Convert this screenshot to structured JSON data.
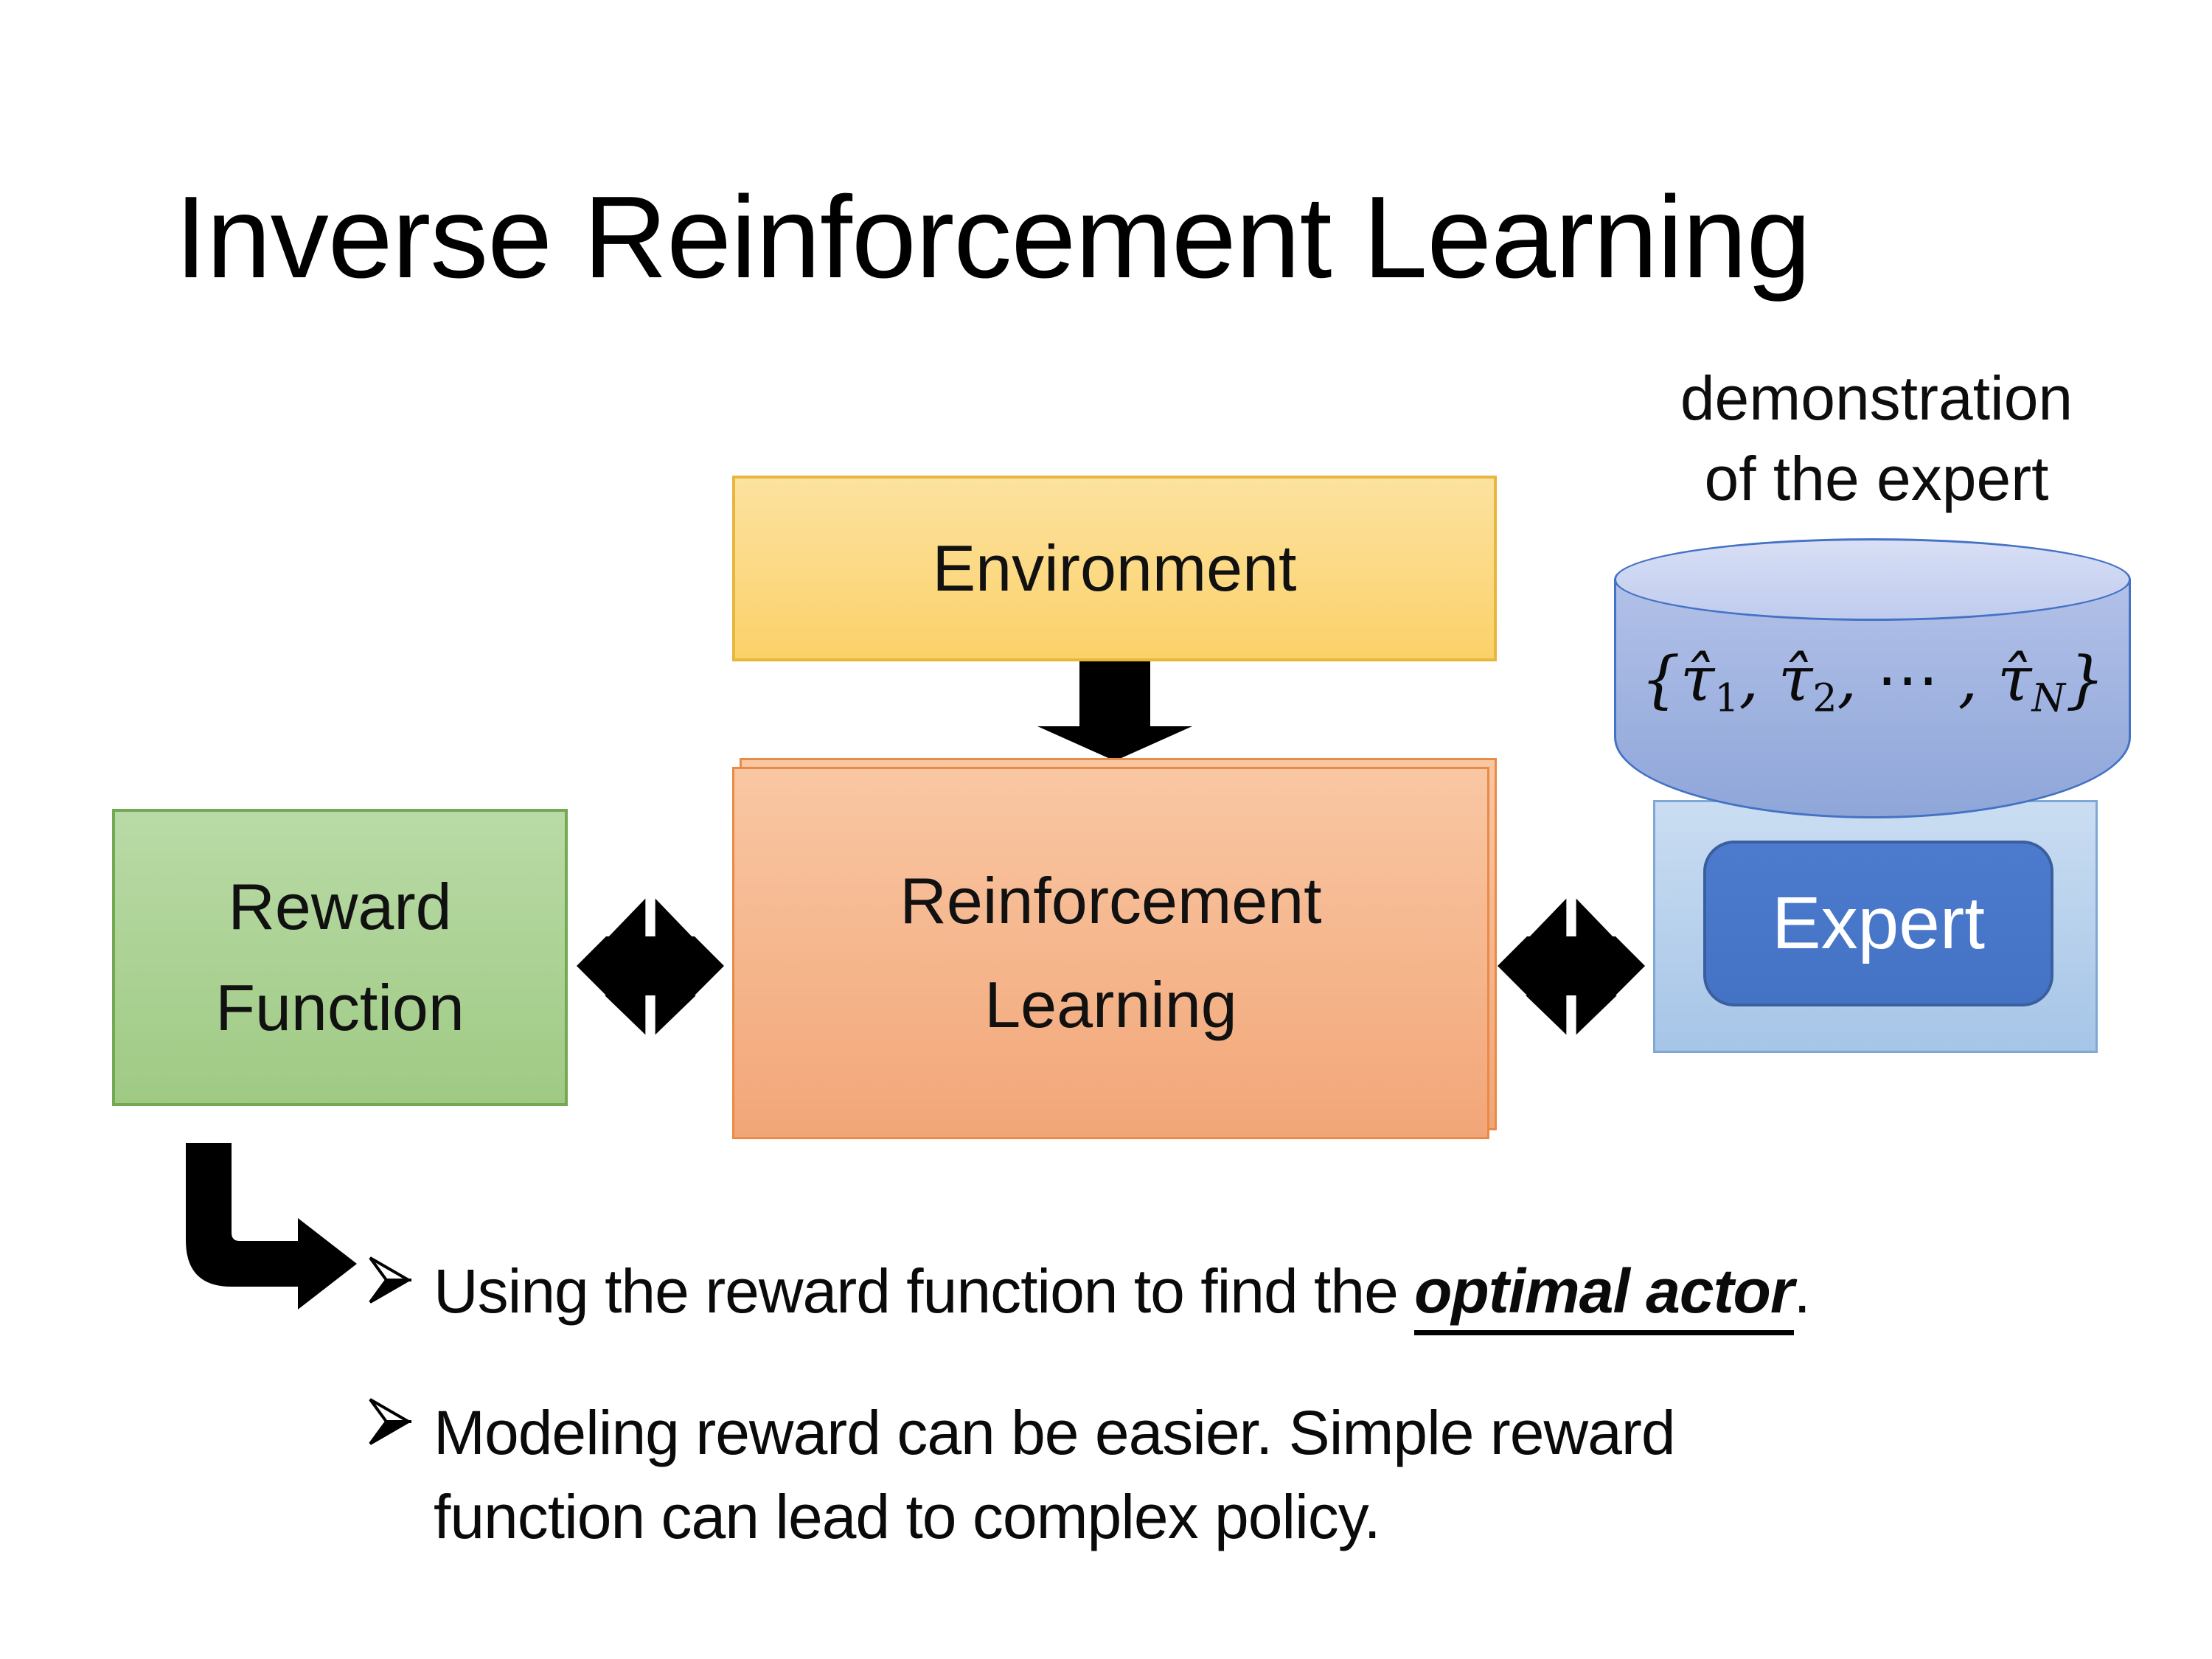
{
  "slide": {
    "title": "Inverse Reinforcement Learning",
    "demo_label": {
      "line1": "demonstration",
      "line2": "of the expert"
    },
    "boxes": {
      "environment": {
        "label": "Environment"
      },
      "reward": {
        "line1": "Reward",
        "line2": "Function"
      },
      "rl": {
        "line1": "Reinforcement",
        "line2": "Learning"
      },
      "expert": {
        "label": "Expert"
      }
    },
    "cylinder": {
      "math": {
        "open": "{",
        "tau1": "τ̂",
        "sub1": "1",
        "comma1": ", ",
        "tau2": "τ̂",
        "sub2": "2",
        "comma2": ", ",
        "dots": "⋯",
        "comma3": " , ",
        "tauN": "τ̂",
        "subN": "N",
        "close": "}"
      }
    },
    "bullets": {
      "b1": {
        "prefix": "Using the reward function to find the ",
        "emphasis": "optimal actor",
        "suffix": "."
      },
      "b2": {
        "line1": "Modeling reward can be easier. Simple reward",
        "line2": "function can lead to complex policy."
      }
    },
    "icons": {
      "down_arrow": "solid block arrow pointing down",
      "double_arrow": "black double-headed exchange arrows",
      "bent_arrow": "elbow arrow down-then-right",
      "bullet_marker": "➢"
    }
  },
  "colors": {
    "title_color": "#000000",
    "environment_fill": "#FBD169",
    "environment_border": "#E8B63C",
    "reward_fill": "#9FCA84",
    "reward_border": "#74A953",
    "rl_fill": "#F2A678",
    "rl_border": "#E98A47",
    "expert_outer_fill": "#A6C5E7",
    "expert_outer_border": "#7FA8D4",
    "expert_inner_fill": "#4472C4",
    "expert_inner_border": "#3A5F9E",
    "expert_text": "#FFFFFF",
    "cylinder_fill": "#8FA6D9",
    "cylinder_border": "#4472C4",
    "arrow_color": "#000000"
  }
}
